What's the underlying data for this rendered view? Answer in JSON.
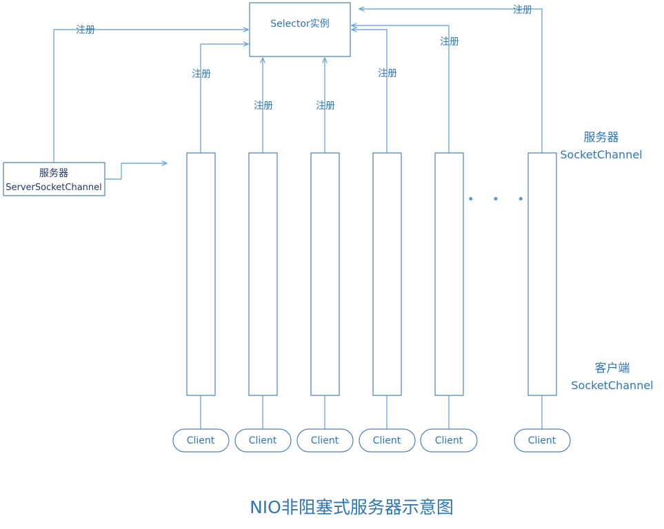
{
  "colors": {
    "line": "#5b9bd5",
    "box_stroke": "#4a7fb5",
    "text": "#2e75b6",
    "dark_text": "#1f3864",
    "background": "#ffffff"
  },
  "selector": {
    "label": "Selector实例"
  },
  "server": {
    "line1": "服务器",
    "line2": "ServerSocketChannel"
  },
  "register_label": "注册",
  "server_socket_label": {
    "line1": "服务器",
    "line2": "SocketChannel"
  },
  "client_socket_label": {
    "line1": "客户端",
    "line2": "SocketChannel"
  },
  "ellipsis": "• • •",
  "clients": [
    "Client",
    "Client",
    "Client",
    "Client",
    "Client",
    "Client"
  ],
  "caption": "NIO非阻塞式服务器示意图"
}
